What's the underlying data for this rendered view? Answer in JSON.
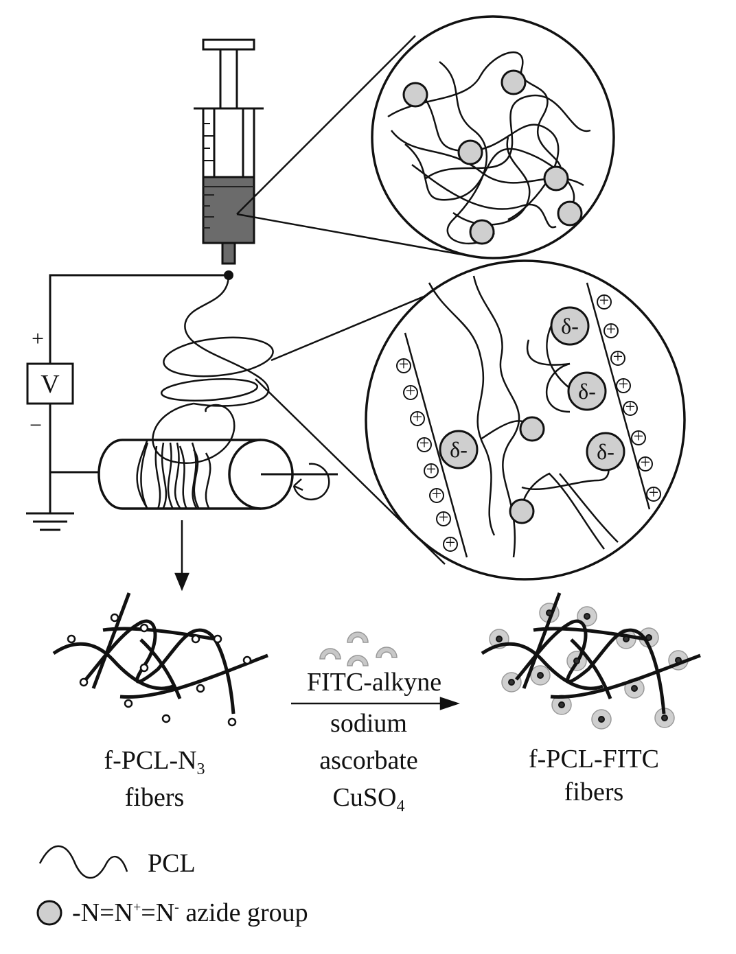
{
  "voltage": {
    "label": "V",
    "plus": "+",
    "minus": "−"
  },
  "inset_charges": {
    "partial": "δ-",
    "plus": "+"
  },
  "reaction": {
    "line1": "FITC-alkyne",
    "line2": "sodium",
    "line3": "ascorbate",
    "line4_main": "CuSO",
    "line4_sub": "4"
  },
  "left_product": {
    "line1_main": "f-PCL-N",
    "line1_sub": "3",
    "line2": "fibers"
  },
  "right_product": {
    "line1": "f-PCL-FITC",
    "line2": "fibers"
  },
  "legend": {
    "pcl": "PCL",
    "azide_a": "-N=N",
    "azide_sup1": "+",
    "azide_b": "=N",
    "azide_sup2": "-",
    "azide_c": " azide group"
  },
  "colors": {
    "ink": "#111111",
    "fluid": "#6b6b6b",
    "azide": "#cfcfcf",
    "fitc": "#bdbdbd"
  }
}
